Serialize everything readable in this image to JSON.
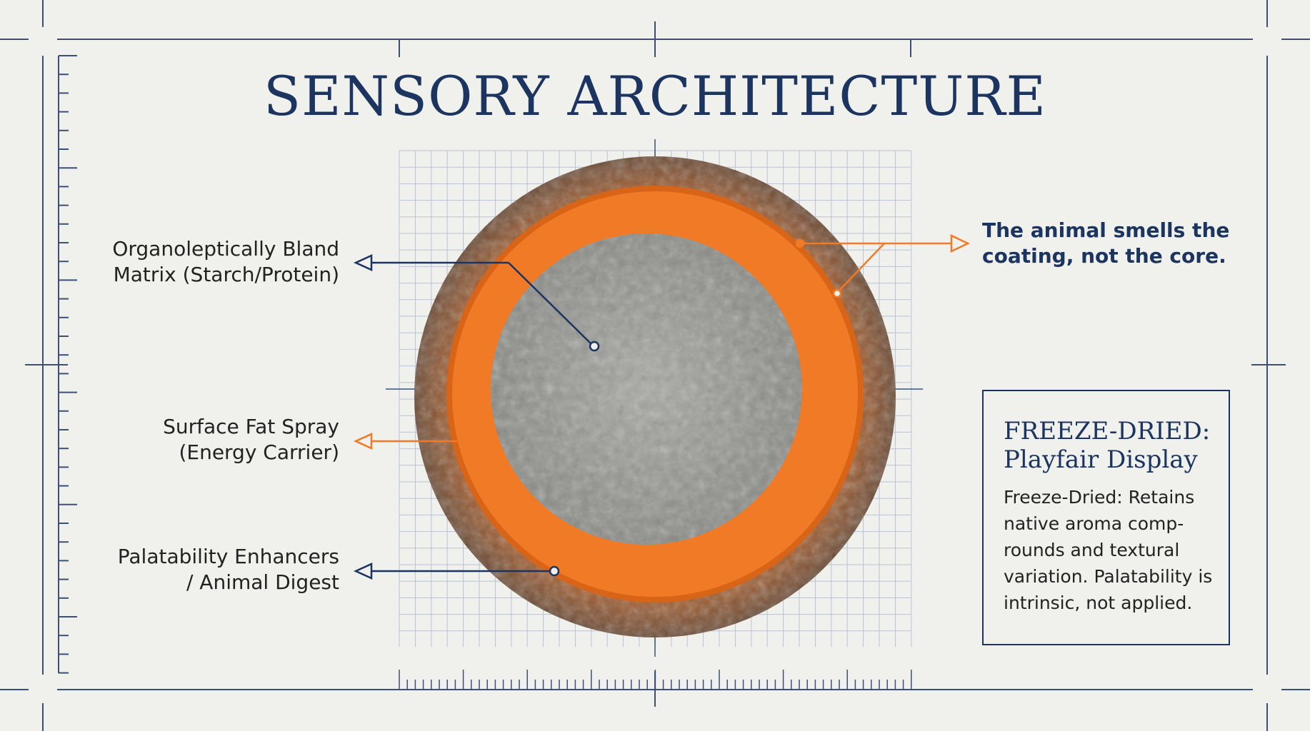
{
  "title": "SENSORY ARCHITECTURE",
  "labels": {
    "matrix": [
      "Organoleptically Bland",
      "Matrix (Starch/Protein)"
    ],
    "fat": [
      "Surface Fat Spray",
      "(Energy Carrier)"
    ],
    "enhancers": [
      "Palatability Enhancers",
      "/ Animal Digest"
    ]
  },
  "insight": [
    "The animal smells the",
    "coating, not the core."
  ],
  "box": {
    "title": [
      "FREEZE-DRIED:",
      "Playfair Display"
    ],
    "body": [
      "Freeze-Dried: Retains",
      "native aroma comp-",
      "rounds and textural",
      "variation. Palatability is",
      "intrinsic, not applied."
    ]
  },
  "colors": {
    "navy": "#1b3560",
    "orange": "#f07a26",
    "background": "#f0f0ec"
  }
}
